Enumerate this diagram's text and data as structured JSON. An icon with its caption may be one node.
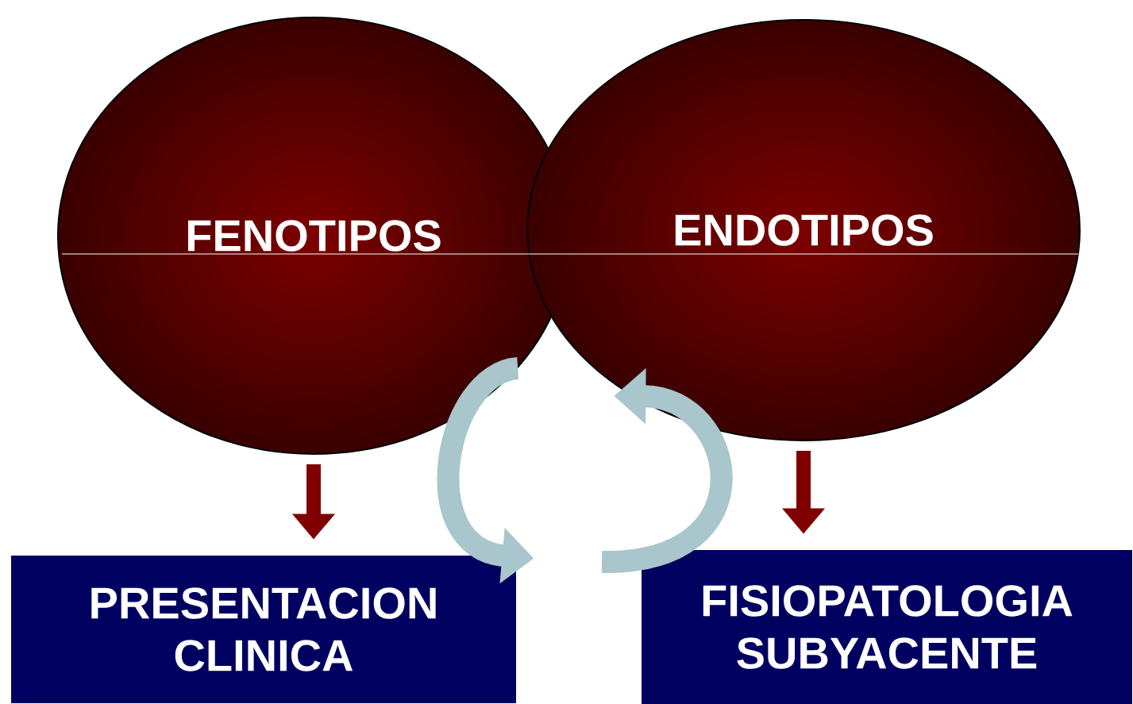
{
  "diagram": {
    "nodes": [
      {
        "text": [
          "FENOTIPOS"
        ]
      },
      {
        "text": [
          "ENDOTIPOS"
        ]
      },
      {
        "text": [
          "PRESENTACION CLINICA"
        ]
      },
      {
        "text": [
          "FISIOPATOLOGIA SUBYACENTE"
        ]
      }
    ],
    "edges": [
      {
        "from": 0,
        "to": 2,
        "arrow": "to",
        "color": "#800000"
      },
      {
        "from": 1,
        "to": 3,
        "arrow": "to",
        "color": "#800000"
      },
      {
        "from": 0,
        "to": 2,
        "arrow": "to",
        "color": "#a8c6cb"
      },
      {
        "from": null,
        "to": 1,
        "arrow": "to",
        "color": "#a8c6cb"
      }
    ]
  }
}
